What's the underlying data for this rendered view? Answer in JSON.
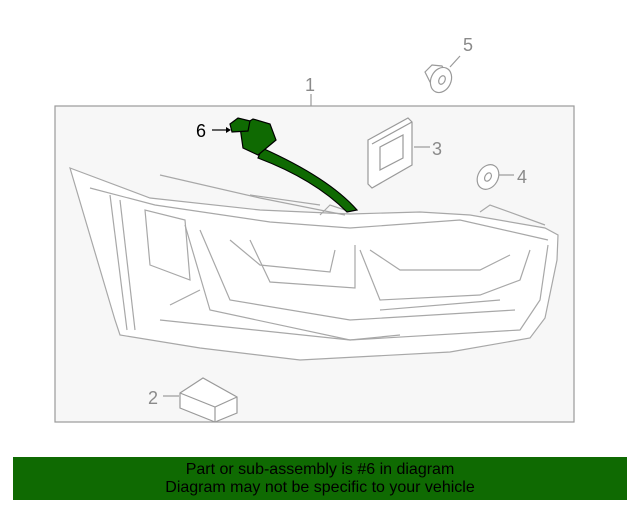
{
  "diagram": {
    "callouts": [
      {
        "number": "1",
        "part": "tail-lamp-assembly"
      },
      {
        "number": "2",
        "part": "block-module"
      },
      {
        "number": "3",
        "part": "square-pad"
      },
      {
        "number": "4",
        "part": "washer"
      },
      {
        "number": "5",
        "part": "nut"
      },
      {
        "number": "6",
        "part": "wiring-harness",
        "highlighted": true
      }
    ],
    "highlight_color": "#0f6a02"
  },
  "banner": {
    "line1": "Part or sub-assembly is #6 in diagram",
    "line2": "Diagram may not be specific to your vehicle",
    "background": "#0f6a02"
  }
}
